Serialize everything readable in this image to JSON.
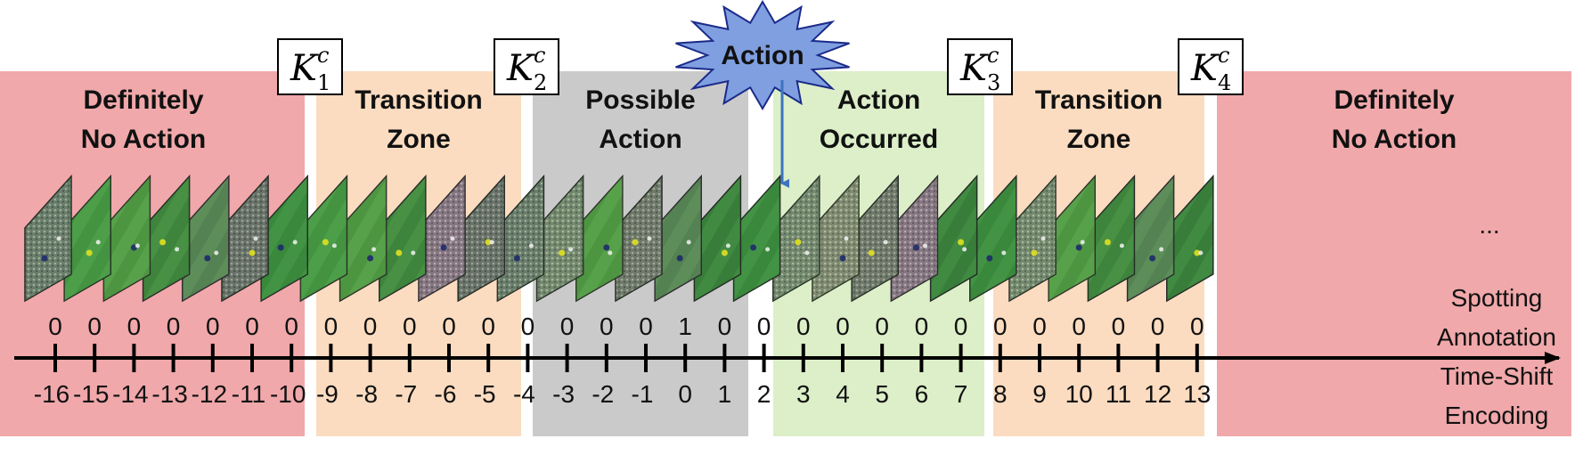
{
  "diagram": {
    "zones": [
      {
        "id": "definitely-no-action-left",
        "lines": [
          "Definitely",
          "No Action"
        ],
        "color": "#f0a8aa"
      },
      {
        "id": "transition-zone-left",
        "lines": [
          "Transition",
          "Zone"
        ],
        "color": "#fbdcc0"
      },
      {
        "id": "possible-action",
        "lines": [
          "Possible",
          "Action"
        ],
        "color": "#cacaca"
      },
      {
        "id": "action-occurred",
        "lines": [
          "Action",
          "Occurred"
        ],
        "color": "#dcefc8"
      },
      {
        "id": "transition-zone-right",
        "lines": [
          "Transition",
          "Zone"
        ],
        "color": "#fbdcc0"
      },
      {
        "id": "definitely-no-action-right",
        "lines": [
          "Definitely",
          "No Action"
        ],
        "color": "#f0a8aa"
      }
    ],
    "boundaries": [
      {
        "symbol": "K",
        "subscript": "1",
        "superscript": "c"
      },
      {
        "symbol": "K",
        "subscript": "2",
        "superscript": "c"
      },
      {
        "symbol": "K",
        "subscript": "3",
        "superscript": "c"
      },
      {
        "symbol": "K",
        "subscript": "4",
        "superscript": "c"
      }
    ],
    "action_burst": {
      "label": "Action",
      "color": "#7f9fe0"
    },
    "arrow_color": "#3d74c0",
    "time_shifts": [
      "-16",
      "-15",
      "-14",
      "-13",
      "-12",
      "-11",
      "-10",
      "-9",
      "-8",
      "-7",
      "-6",
      "-5",
      "-4",
      "-3",
      "-2",
      "-1",
      "0",
      "1",
      "2",
      "3",
      "4",
      "5",
      "6",
      "7",
      "8",
      "9",
      "10",
      "11",
      "12",
      "13"
    ],
    "spotting": [
      "0",
      "0",
      "0",
      "0",
      "0",
      "0",
      "0",
      "0",
      "0",
      "0",
      "0",
      "0",
      "0",
      "0",
      "0",
      "0",
      "1",
      "0",
      "0",
      "0",
      "0",
      "0",
      "0",
      "0",
      "0",
      "0",
      "0",
      "0",
      "0",
      "0"
    ],
    "ellipsis": "...",
    "side_labels": {
      "spotting_line1": "Spotting",
      "spotting_line2": "Annotation",
      "timeshift_line1": "Time-Shift",
      "timeshift_line2": "Encoding"
    },
    "frame_palette": [
      "#2f7a3a",
      "#4a9a45",
      "#6aa04a",
      "#3d6f3a",
      "#7b6a78",
      "#2a5e34"
    ]
  }
}
